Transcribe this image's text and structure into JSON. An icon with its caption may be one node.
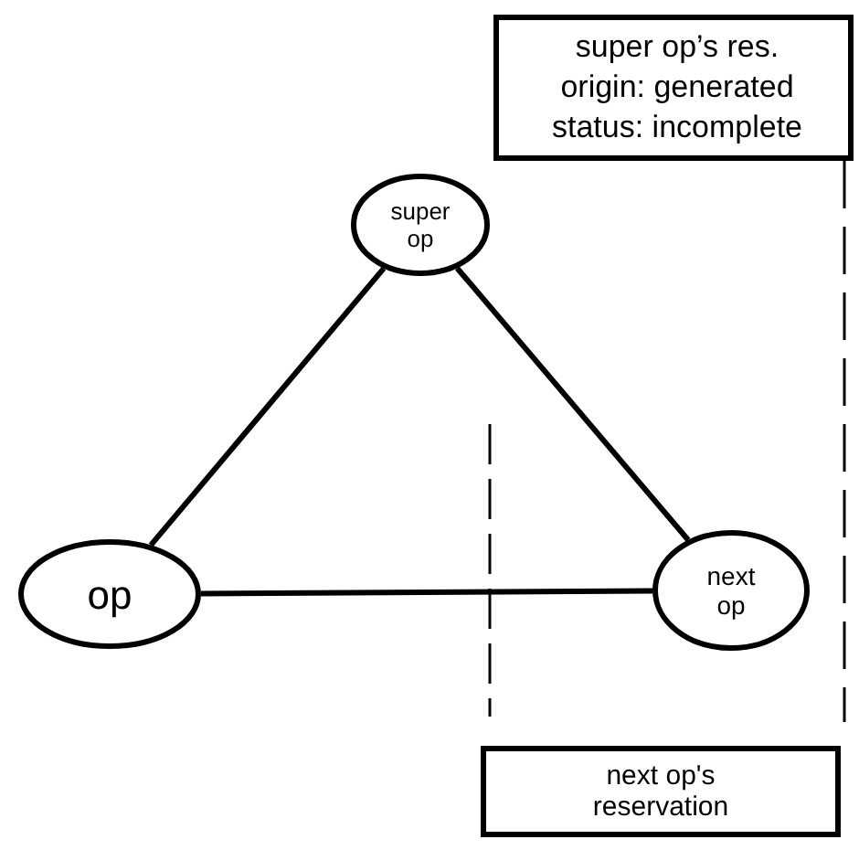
{
  "diagram": {
    "nodes": [
      {
        "text": [
          "super op’s res.",
          "origin: generated",
          "status: incomplete"
        ]
      },
      {
        "text": [
          "super op"
        ]
      },
      {
        "text": [
          "op"
        ]
      },
      {
        "text": [
          "next op"
        ]
      },
      {
        "text": [
          "next op's reservation"
        ]
      }
    ],
    "edges": [
      {
        "from": 1,
        "to": 2,
        "arrow": "none"
      },
      {
        "from": 1,
        "to": 3,
        "arrow": "none"
      },
      {
        "from": 2,
        "to": 3,
        "arrow": "none"
      }
    ]
  }
}
